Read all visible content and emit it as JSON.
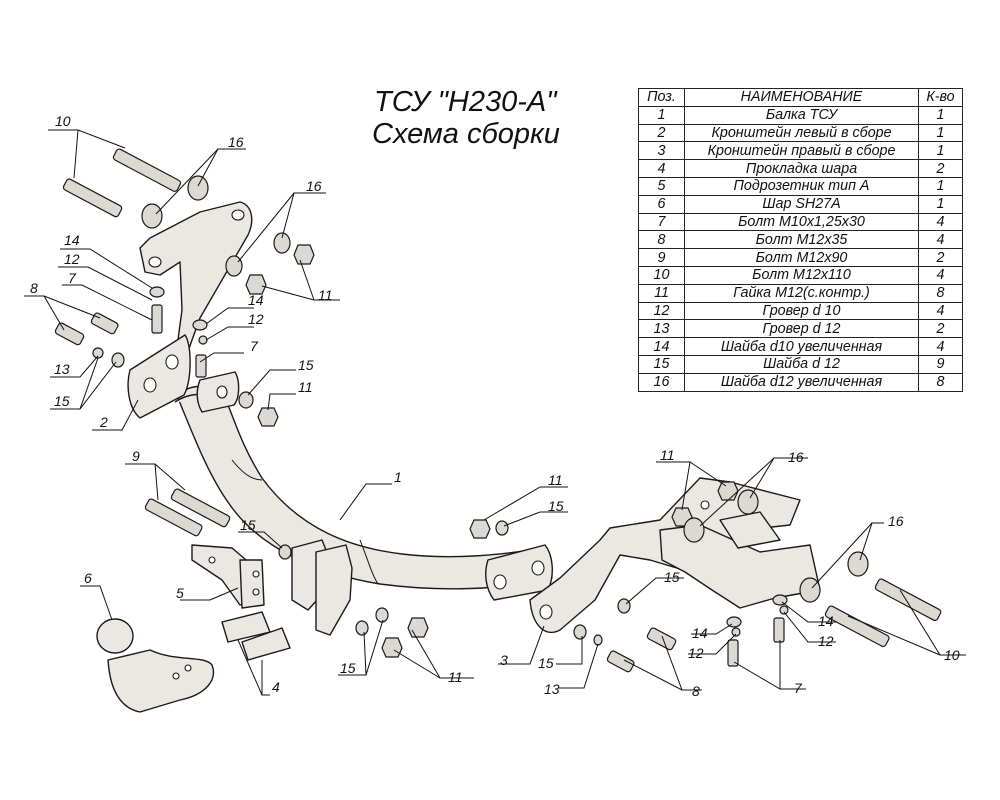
{
  "title": {
    "line1": "ТСУ \"Н230-А\"",
    "line2": "Схема сборки"
  },
  "table": {
    "headers": [
      "Поз.",
      "НАИМЕНОВАНИЕ",
      "К-во"
    ],
    "rows": [
      [
        "1",
        "Балка ТСУ",
        "1"
      ],
      [
        "2",
        "Кронштейн левый в сборе",
        "1"
      ],
      [
        "3",
        "Кронштейн правый в сборе",
        "1"
      ],
      [
        "4",
        "Прокладка шара",
        "2"
      ],
      [
        "5",
        "Подрозетник тип А",
        "1"
      ],
      [
        "6",
        "Шар SH27A",
        "1"
      ],
      [
        "7",
        "Болт М10х1,25х30",
        "4"
      ],
      [
        "8",
        "Болт М12х35",
        "4"
      ],
      [
        "9",
        "Болт М12х90",
        "2"
      ],
      [
        "10",
        "Болт М12х110",
        "4"
      ],
      [
        "11",
        "Гайка М12(с.контр.)",
        "8"
      ],
      [
        "12",
        "Гровер d 10",
        "4"
      ],
      [
        "13",
        "Гровер d 12",
        "2"
      ],
      [
        "14",
        "Шайба d10 увеличенная",
        "4"
      ],
      [
        "15",
        "Шайба d 12",
        "9"
      ],
      [
        "16",
        "Шайба d12 увеличенная",
        "8"
      ]
    ]
  },
  "callouts": {
    "c10a": "10",
    "c16a": "16",
    "c16b": "16",
    "c14a": "14",
    "c12a": "12",
    "c8a": "8",
    "c7a": "7",
    "c13a": "13",
    "c15a": "15",
    "c2": "2",
    "c11a": "11",
    "c14b": "14",
    "c12b": "12",
    "c7b": "7",
    "c15b": "15",
    "c11b": "11",
    "c1": "1",
    "c9": "9",
    "c15c": "15",
    "c6": "6",
    "c5": "5",
    "c4": "4",
    "c15d": "15",
    "c11c": "11",
    "c11d": "11",
    "c15e": "15",
    "c11e": "11",
    "c16c": "16",
    "c16d": "16",
    "c15f": "15",
    "c3": "3",
    "c15g": "15",
    "c13b": "13",
    "c14c": "14",
    "c12c": "12",
    "c14d": "14",
    "c12d": "12",
    "c8b": "8",
    "c7c": "7",
    "c10b": "10"
  }
}
